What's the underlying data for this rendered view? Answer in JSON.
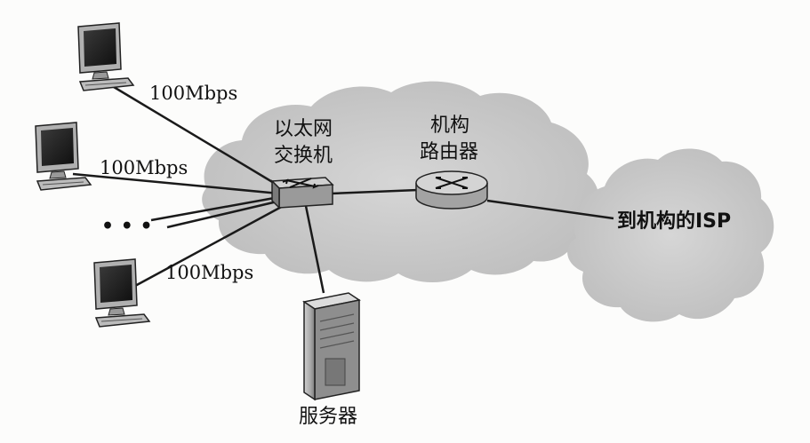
{
  "diagram": {
    "switch_label_line1": "以太网",
    "switch_label_line2": "交换机",
    "router_label_line1": "机构",
    "router_label_line2": "路由器",
    "server_label": "服务器",
    "isp_label": "到机构的ISP",
    "link_label_top": "100Mbps",
    "link_label_mid": "100Mbps",
    "link_label_bottom": "100Mbps",
    "ellipsis": "• • •"
  },
  "colors": {
    "cloud": "#c9c9c9",
    "line": "#1a1a1a",
    "device": "#8a8a8a"
  }
}
